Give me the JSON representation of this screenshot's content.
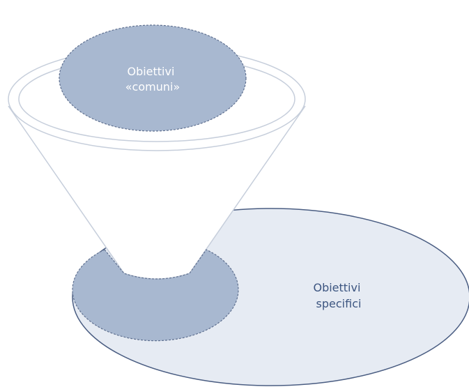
{
  "diagram": {
    "top_label": {
      "lines": [
        "Obiettivi",
        "«comuni»"
      ]
    },
    "bottom_label": {
      "lines": [
        "Obiettivi",
        "specifici"
      ]
    }
  },
  "colors": {
    "outline": "#c6cedb",
    "shape_fill": "#a8b8d0",
    "shape_border": "#5f7090",
    "large_ellipse_fill": "#e6ebf3",
    "large_ellipse_border": "#4a5d82",
    "text_on_dark": "#ffffff",
    "text_on_light": "#3c5580"
  }
}
